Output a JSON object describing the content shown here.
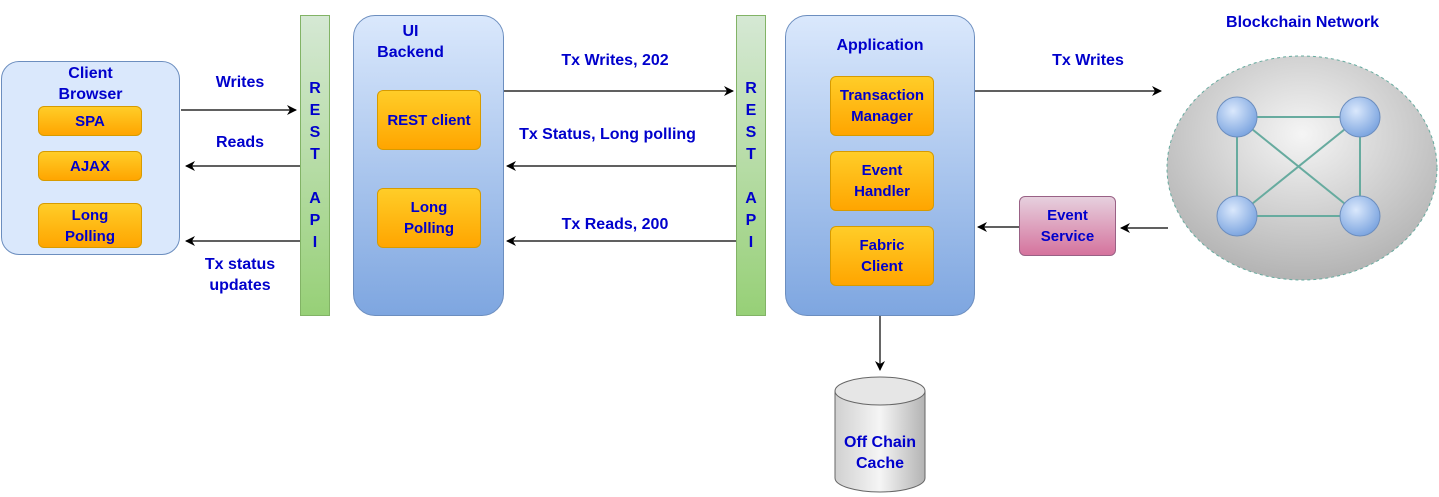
{
  "client": {
    "title": "Client\nBrowser",
    "items": [
      "SPA",
      "AJAX",
      "Long\nPolling"
    ]
  },
  "rest_api_left": {
    "letters": [
      "R",
      "E",
      "S",
      "T",
      "",
      "A",
      "P",
      "I"
    ]
  },
  "rest_api_right": {
    "letters": [
      "R",
      "E",
      "S",
      "T",
      "",
      "A",
      "P",
      "I"
    ]
  },
  "ui_backend": {
    "title": "UI\nBackend",
    "items": [
      "REST client",
      "Long\nPolling"
    ]
  },
  "application": {
    "title": "Application",
    "items": [
      "Transaction\nManager",
      "Event\nHandler",
      "Fabric\nClient"
    ]
  },
  "event_service": {
    "label": "Event\nService"
  },
  "blockchain": {
    "title": "Blockchain Network"
  },
  "cache": {
    "label": "Off Chain\nCache"
  },
  "edges": {
    "writes": "Writes",
    "reads": "Reads",
    "tx_status_updates": "Tx status\nupdates",
    "tx_writes_202": "Tx Writes, 202",
    "tx_status_long_polling": "Tx Status, Long polling",
    "tx_reads_200": "Tx Reads, 200",
    "tx_writes": "Tx Writes"
  },
  "colors": {
    "text": "#0000cc",
    "line": "#000000",
    "network_edge": "#67ab9f"
  }
}
